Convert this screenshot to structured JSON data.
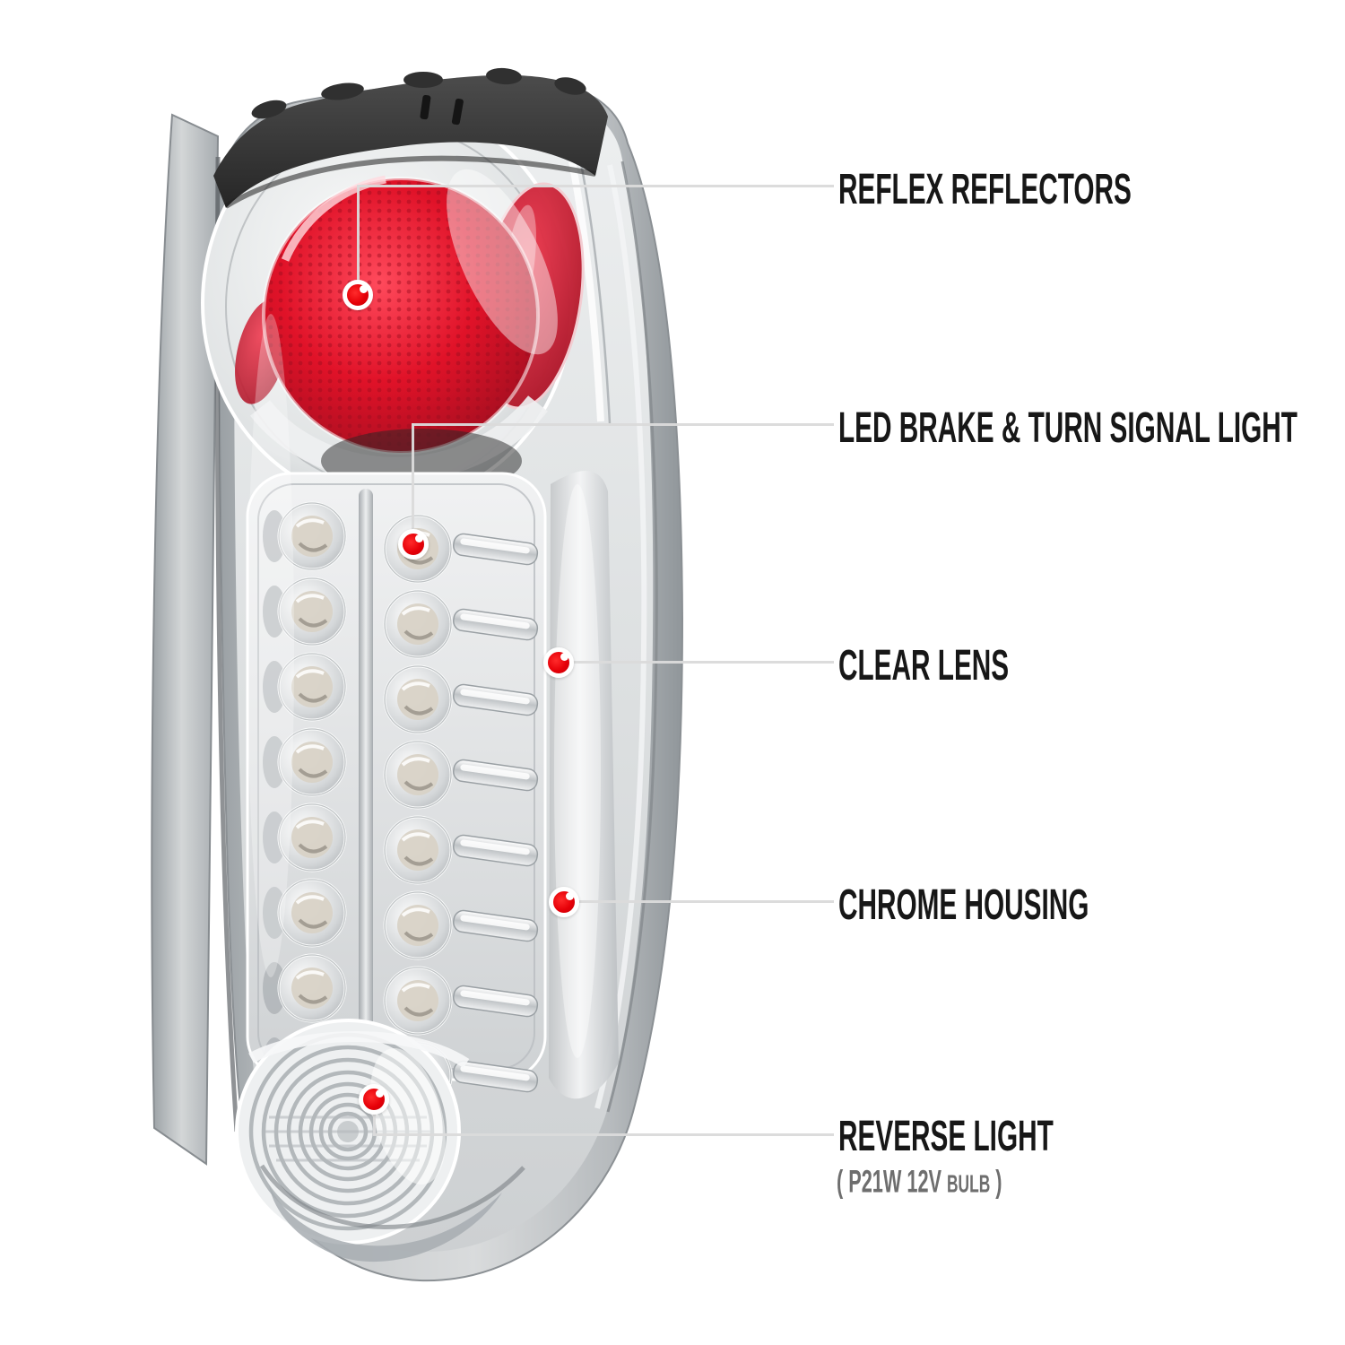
{
  "colors": {
    "background": "#ffffff",
    "label_text": "#171717",
    "sub_label_text": "#6e6e6e",
    "leader_line": "#dbdbdb",
    "callout_dot_red": "#e60008",
    "callout_dot_ring": "#ffffff",
    "reflector_red": "#d6112a",
    "housing_silver": "#bfc3c6",
    "top_gasket_dark": "#3a3a3a",
    "chrome_highlight": "#eef0f1"
  },
  "callouts": [
    {
      "id": "reflex-reflectors",
      "label": "REFLEX REFLECTORS"
    },
    {
      "id": "led-brake-turn-signal-light",
      "label": "LED BRAKE & TURN SIGNAL LIGHT"
    },
    {
      "id": "clear-lens",
      "label": "CLEAR LENS"
    },
    {
      "id": "chrome-housing",
      "label": "CHROME HOUSING"
    },
    {
      "id": "reverse-light",
      "label": "REVERSE LIGHT",
      "sub_label": {
        "prefix": "( P21W 12V ",
        "small": "BULB",
        "suffix": " )"
      }
    }
  ]
}
